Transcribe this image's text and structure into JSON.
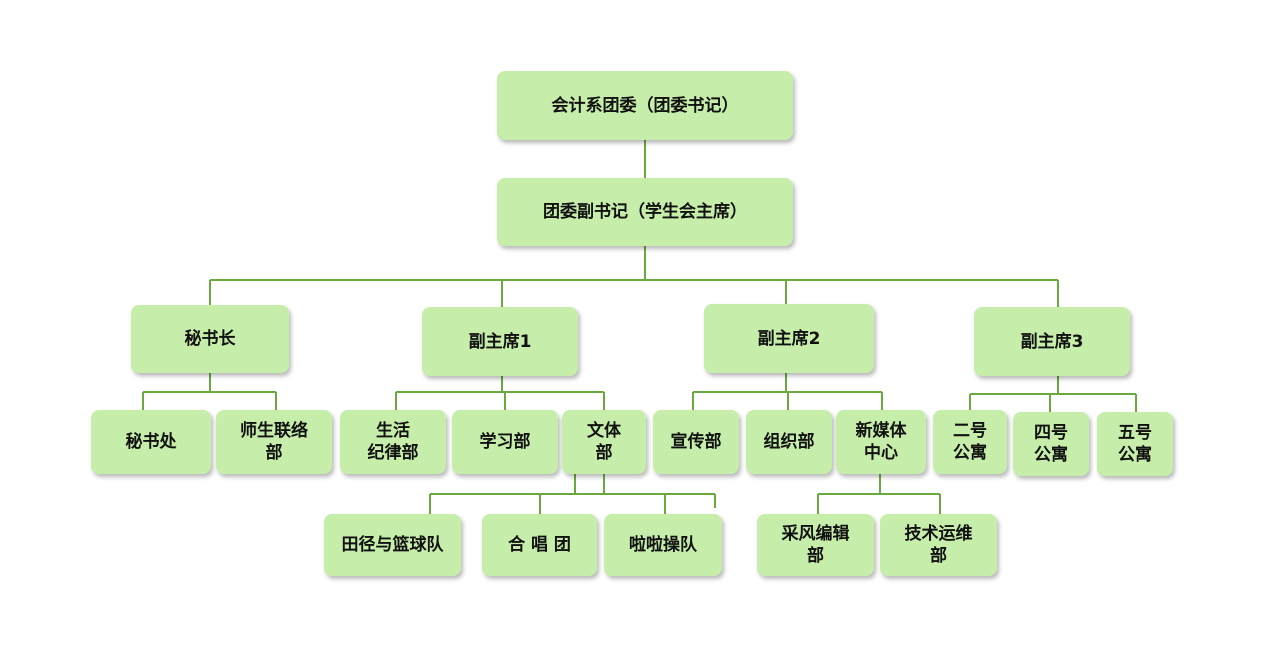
{
  "nodes": {
    "root": "会计系团委（团委书记）",
    "deputy": "团委副书记（学生会主席）",
    "secretary_general": "秘书长",
    "vp1": "副主席1",
    "vp2": "副主席2",
    "vp3": "副主席3",
    "secretariat": "秘书处",
    "liaison": "师生联络\n部",
    "discipline": "生活\n纪律部",
    "study": "学习部",
    "arts_sports": "文体\n部",
    "publicity": "宣传部",
    "organization": "组织部",
    "new_media": "新媒体\n中心",
    "apt2": "二号\n公寓",
    "apt4": "四号\n公寓",
    "apt5": "五号\n公寓",
    "track_basketball": "田径与篮球队",
    "choir": "合 唱 团",
    "cheerleading": "啦啦操队",
    "reporting": "采风编辑\n部",
    "tech_ops": "技术运维\n部"
  },
  "colors": {
    "box": "#c6eeaa",
    "line": "#6aaa3c"
  }
}
